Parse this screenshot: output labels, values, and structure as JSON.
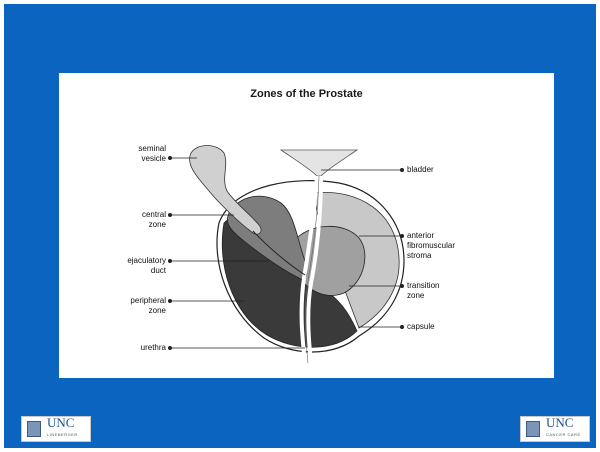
{
  "diagram": {
    "title": "Zones of the Prostate",
    "labels": {
      "seminal_vesicle": "seminal\nvesicle",
      "central_zone": "central\nzone",
      "ejaculatory_duct": "ejaculatory\nduct",
      "peripheral_zone": "peripheral\nzone",
      "urethra": "urethra",
      "bladder": "bladder",
      "anterior_fibromuscular_stroma": "anterior\nfibromuscular\nstroma",
      "transition_zone": "transition\nzone",
      "capsule": "capsule"
    }
  },
  "logos": {
    "left": {
      "text": "UNC",
      "subtext": "LINEBERGER"
    },
    "right": {
      "text": "UNC",
      "subtext": "CANCER CARE"
    }
  },
  "colors": {
    "background": "#0a64c0",
    "peripheral_zone": "#3a3a3a",
    "central_zone": "#7d7d7d",
    "transition_zone": "#a0a0a0",
    "anterior_stroma": "#c8c8c8",
    "bladder": "#e4e4e4"
  }
}
